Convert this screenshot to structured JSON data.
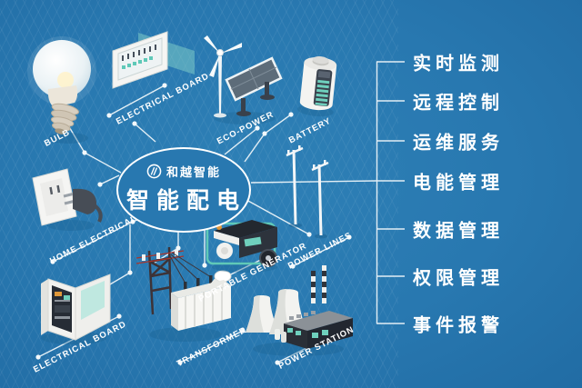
{
  "brand": {
    "name": "和越智能",
    "logo_icon": "swirl-logo-icon"
  },
  "center": {
    "title": "智能配电"
  },
  "nodes": [
    {
      "id": "bulb",
      "label": "BULB"
    },
    {
      "id": "electrical-board-top",
      "label": "ELECTRICAL BOARD"
    },
    {
      "id": "eco-power",
      "label": "ECO-POWER"
    },
    {
      "id": "battery",
      "label": "BATTERY"
    },
    {
      "id": "home-electrical",
      "label": "HOME ELECTRICAL"
    },
    {
      "id": "electrical-board-bottom",
      "label": "ELECTRICAL BOARD"
    },
    {
      "id": "transformer",
      "label": "TRANSFORMER"
    },
    {
      "id": "portable-generator",
      "label": "PORTABLE GENERATOR"
    },
    {
      "id": "power-lines",
      "label": "POWER LINES"
    },
    {
      "id": "power-station",
      "label": "POWER STATION"
    }
  ],
  "features": [
    {
      "label": "实时监测"
    },
    {
      "label": "远程控制"
    },
    {
      "label": "运维服务"
    },
    {
      "label": "电能管理"
    },
    {
      "label": "数据管理"
    },
    {
      "label": "权限管理"
    },
    {
      "label": "事件报警"
    }
  ],
  "colors": {
    "background": "#2878b0",
    "line": "#f2f8fb",
    "text": "#ffffff",
    "accent_teal": "#6fd0bd",
    "dark_part": "#2e343d"
  }
}
